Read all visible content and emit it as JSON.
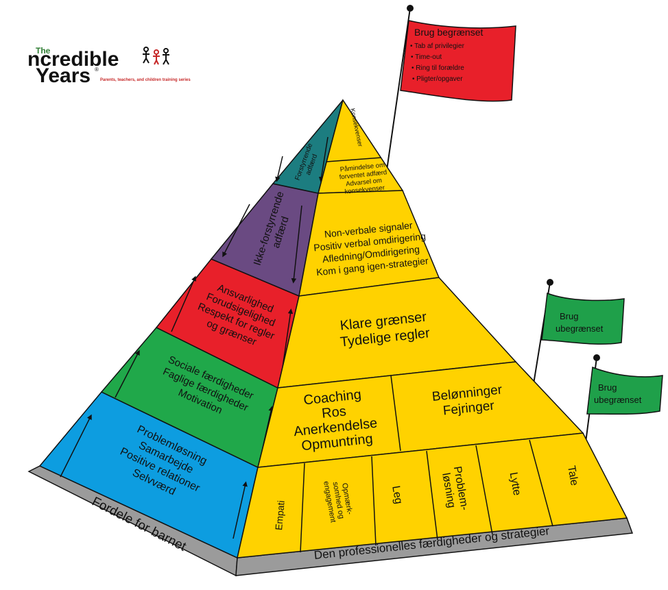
{
  "logo": {
    "the": "The",
    "word1": "ncredible",
    "word2": "Years",
    "reg": "®",
    "tagline": "Parents, teachers, and children training series"
  },
  "flags": {
    "limited": {
      "title": "Brug begrænset",
      "items": [
        "Tab af privilegier",
        "Time-out",
        "Ring til forældre",
        "Pligter/opgaver"
      ],
      "color": "#e8202a"
    },
    "unlimited1": {
      "line1": "Brug",
      "line2": "ubegrænset",
      "color": "#1fa04a"
    },
    "unlimited2": {
      "line1": "Brug",
      "line2": "ubegrænset",
      "color": "#1fa04a"
    }
  },
  "front": {
    "apex": "Konsekvenser",
    "reminder": [
      "Påmindelse om",
      "forventet adfærd",
      "Advarsel om",
      "konsekvenser"
    ],
    "redirect": [
      "Non-verbale signaler",
      "Positiv verbal omdirigering",
      "Afledning/Omdirigering",
      "Kom i gang igen-strategier"
    ],
    "limits": [
      "Klare grænser",
      "Tydelige regler"
    ],
    "coaching": [
      "Coaching",
      "Ros",
      "Anerkendelse",
      "Opmuntring"
    ],
    "rewards": [
      "Belønninger",
      "Fejringer"
    ],
    "base_cells": [
      "Empati",
      "Opmærk- somhed og engagement",
      "Leg",
      "Problem- løsning",
      "Lytte",
      "Tale"
    ],
    "base_cell_lines": [
      [
        "Empati"
      ],
      [
        "Opmærk-",
        "somhed og",
        "engagement"
      ],
      [
        "Leg"
      ],
      [
        "Problem-",
        "løsning"
      ],
      [
        "Lytte"
      ],
      [
        "Tale"
      ]
    ],
    "base_label": "Den professionelles færdigheder og strategier",
    "color": "#ffd200"
  },
  "side": {
    "disruptive": [
      "Forstyrrende",
      "adfærd"
    ],
    "nondisruptive": [
      "Ikke-forstyrrende",
      "adfærd"
    ],
    "responsibility": [
      "Ansvarlighed",
      "Forudsigelighed",
      "Respekt for regler",
      "og grænser"
    ],
    "social": [
      "Sociale færdigheder",
      "Faglige færdigheder",
      "Motivation"
    ],
    "problem": [
      "Problemløsning",
      "Samarbejde",
      "Positive relationer",
      "Selvværd"
    ],
    "base_label": "Fordele for barnet",
    "colors": {
      "disruptive": "#1c7d80",
      "nondisruptive": "#6a4a82",
      "responsibility": "#e8202a",
      "social": "#20a84a",
      "problem": "#0d9de0",
      "base": "#9b9b9b"
    }
  }
}
